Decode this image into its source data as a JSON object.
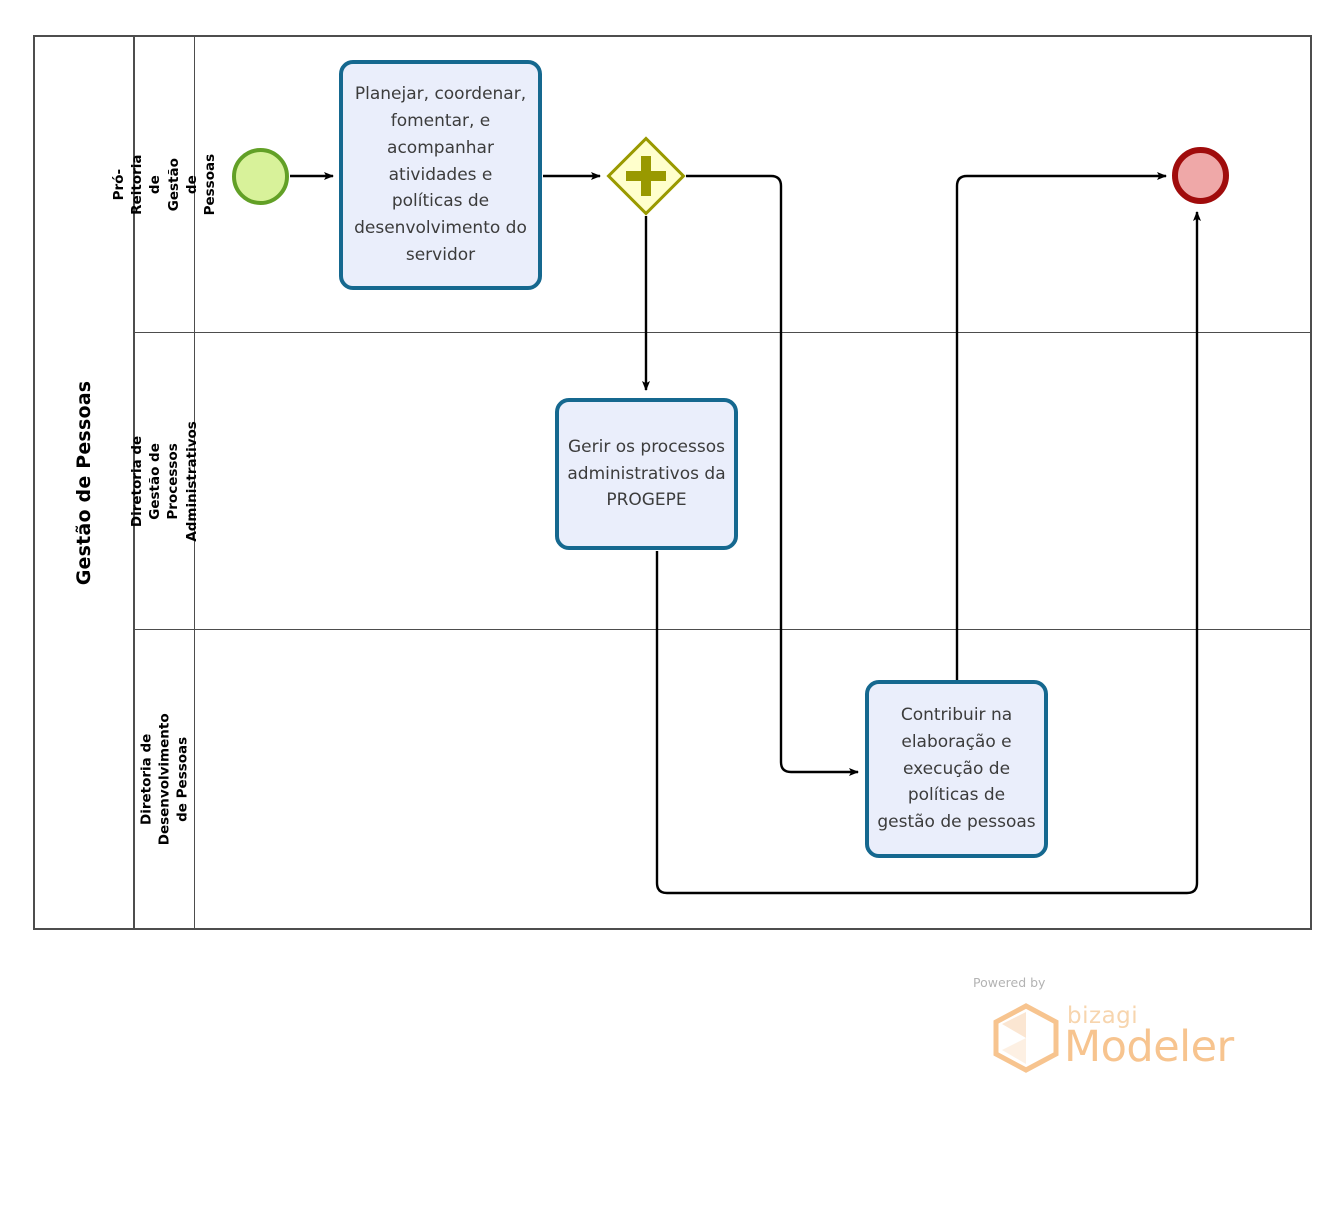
{
  "diagram": {
    "type": "bpmn-process-diagram",
    "pool": {
      "label": "Gestão de Pessoas"
    },
    "lanes": [
      {
        "id": "lane-1",
        "label": "Pró-Reitoria de Gestão de\nPessoas"
      },
      {
        "id": "lane-2",
        "label": "Diretoria de Gestão de\nProcessos Administrativos"
      },
      {
        "id": "lane-3",
        "label": "Diretoria de Desenvolvimento\nde Pessoas"
      }
    ],
    "nodes": [
      {
        "id": "start-event",
        "kind": "start-event",
        "lane": "lane-1",
        "label": ""
      },
      {
        "id": "task-1",
        "kind": "task",
        "lane": "lane-1",
        "label": "Planejar, coordenar, fomentar, e acompanhar atividades e políticas de desenvolvimento do servidor"
      },
      {
        "id": "gateway-1",
        "kind": "parallel-gateway",
        "lane": "lane-1",
        "label": ""
      },
      {
        "id": "task-2",
        "kind": "task",
        "lane": "lane-2",
        "label": "Gerir os processos administrativos da PROGEPE"
      },
      {
        "id": "task-3",
        "kind": "task",
        "lane": "lane-3",
        "label": "Contribuir na elaboração e execução de políticas de gestão de pessoas"
      },
      {
        "id": "end-event",
        "kind": "end-event",
        "lane": "lane-1",
        "label": ""
      }
    ],
    "flows": [
      {
        "from": "start-event",
        "to": "task-1"
      },
      {
        "from": "task-1",
        "to": "gateway-1"
      },
      {
        "from": "gateway-1",
        "to": "task-2"
      },
      {
        "from": "gateway-1",
        "to": "task-3"
      },
      {
        "from": "task-3",
        "to": "end-event"
      },
      {
        "from": "task-2",
        "to": "end-event"
      }
    ],
    "colors": {
      "pool_border": "#4d4d4d",
      "task_fill": "#eaeefb",
      "task_border": "#15688f",
      "task_text": "#3c3c3c",
      "start_fill": "#d8f29a",
      "start_border": "#62a026",
      "end_fill": "#efa8a8",
      "end_border": "#a00c0c",
      "gateway_fill": "#ffffcc",
      "gateway_border": "#999900",
      "flow_line": "#000000",
      "watermark": "#f7c48f"
    }
  },
  "watermark": {
    "powered_by": "Powered by",
    "brand": "bizagi",
    "product": "Modeler"
  }
}
